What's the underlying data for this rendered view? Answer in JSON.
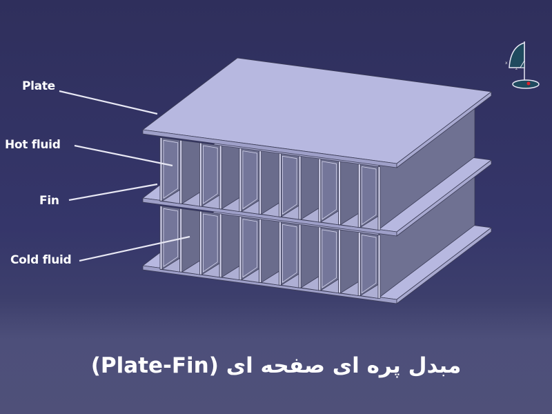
{
  "labels": {
    "plate": "Plate",
    "hot_fluid": "Hot fluid",
    "fin": "Fin",
    "cold_fluid": "Cold fluid"
  },
  "caption": "مبدل پره ای صفحه ای (Plate-Fin)",
  "compass": {
    "icon": "catia-compass-icon",
    "axes": [
      "x",
      "z"
    ]
  },
  "colors": {
    "background": "#33345f",
    "plate": "#b7b8e0",
    "fin_wall": "#6a6c8c",
    "caption_band": "#4f5079"
  },
  "structure": {
    "layers": 2,
    "channels_per_layer": 11
  }
}
